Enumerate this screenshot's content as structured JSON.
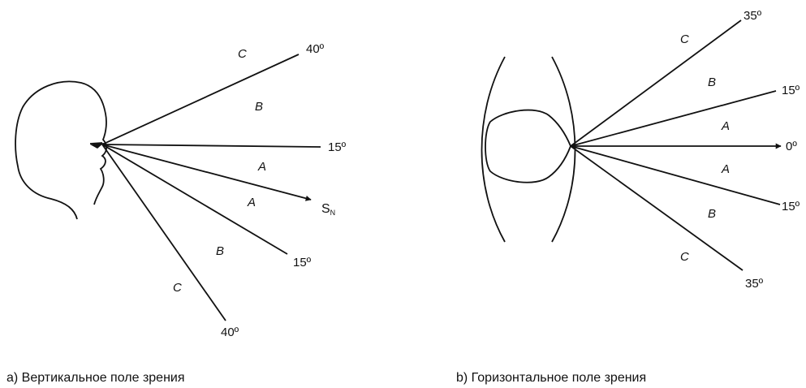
{
  "figure_a": {
    "caption": "a) Вертикальное поле зрения",
    "angle_labels": {
      "upper_outer": "40º",
      "upper_inner": "15º",
      "lower_inner": "15º",
      "lower_outer": "40º"
    },
    "zones": {
      "top_c": "C",
      "top_b": "B",
      "upper_a": "A",
      "lower_a": "A",
      "bottom_b": "B",
      "bottom_c": "C"
    },
    "sight_line": {
      "symbol": "S",
      "subscript": "N"
    }
  },
  "figure_b": {
    "caption": "b) Горизонтальное поле зрения",
    "angle_labels": {
      "upper_outer": "35º",
      "upper_inner": "15º",
      "center": "0º",
      "lower_inner": "15º",
      "lower_outer": "35º"
    },
    "zones": {
      "top_c": "C",
      "top_b": "B",
      "upper_a": "A",
      "lower_a": "A",
      "bottom_b": "B",
      "bottom_c": "C"
    }
  }
}
